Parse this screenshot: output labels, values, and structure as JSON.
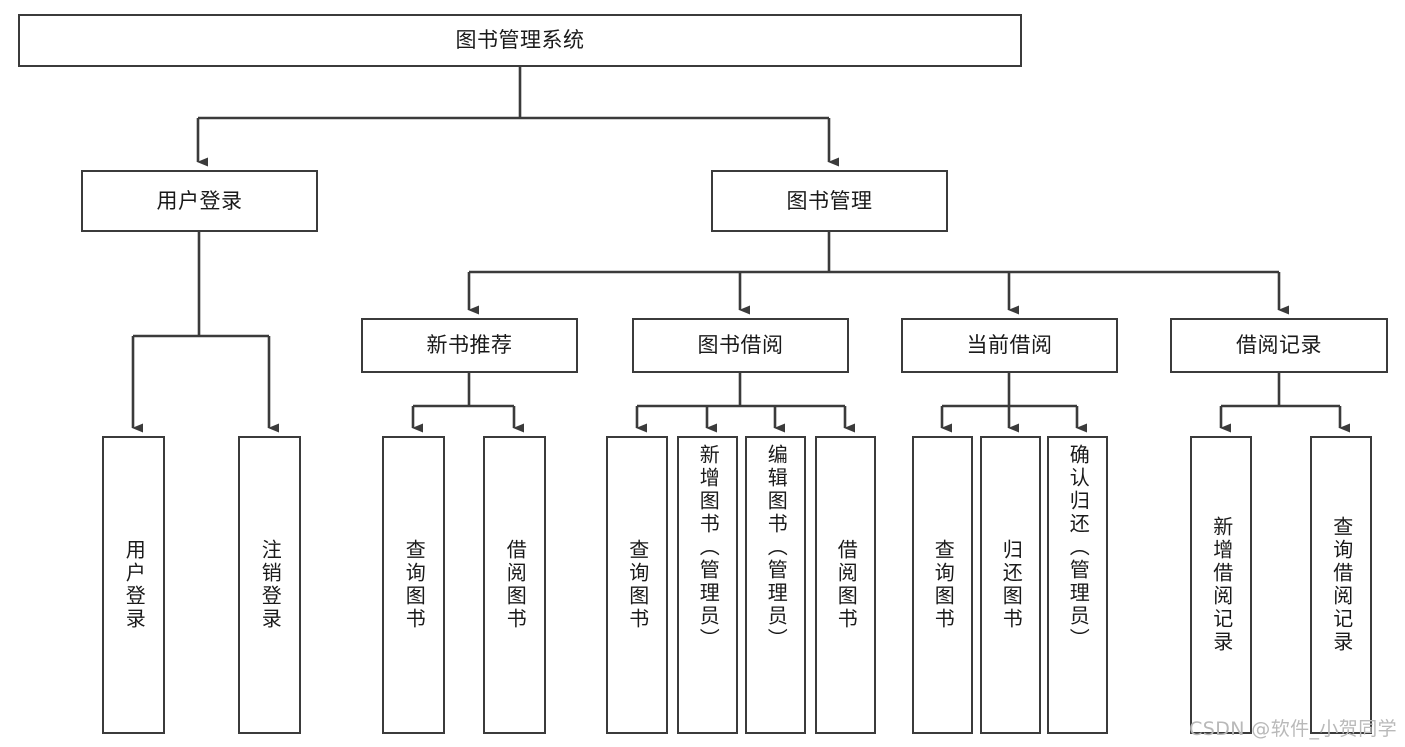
{
  "diagram": {
    "title": "图书管理系统",
    "type": "hierarchy-tree",
    "root": {
      "id": "root",
      "label": "图书管理系统"
    },
    "level1": [
      {
        "id": "user-login",
        "label": "用户登录"
      },
      {
        "id": "book-manage",
        "label": "图书管理"
      }
    ],
    "level2": [
      {
        "id": "new-book-recommend",
        "label": "新书推荐",
        "parent": "book-manage"
      },
      {
        "id": "book-borrow",
        "label": "图书借阅",
        "parent": "book-manage"
      },
      {
        "id": "current-borrow",
        "label": "当前借阅",
        "parent": "book-manage"
      },
      {
        "id": "borrow-record",
        "label": "借阅记录",
        "parent": "book-manage"
      }
    ],
    "leaves": {
      "user_login": [
        {
          "id": "leaf-user-login",
          "label": "用户登录"
        },
        {
          "id": "leaf-user-logout",
          "label": "注销登录"
        }
      ],
      "new_book_recommend": [
        {
          "id": "leaf-query-book-1",
          "label": "查询图书"
        },
        {
          "id": "leaf-borrow-book-1",
          "label": "借阅图书"
        }
      ],
      "book_borrow": [
        {
          "id": "leaf-query-book-2",
          "label": "查询图书"
        },
        {
          "id": "leaf-add-book",
          "label": "新增图书（管理员）"
        },
        {
          "id": "leaf-edit-book",
          "label": "编辑图书（管理员）"
        },
        {
          "id": "leaf-borrow-book-2",
          "label": "借阅图书"
        }
      ],
      "current_borrow": [
        {
          "id": "leaf-query-book-3",
          "label": "查询图书"
        },
        {
          "id": "leaf-return-book",
          "label": "归还图书"
        },
        {
          "id": "leaf-confirm-return",
          "label": "确认归还（管理员）"
        }
      ],
      "borrow_record": [
        {
          "id": "leaf-add-record",
          "label": "新增借阅记录"
        },
        {
          "id": "leaf-query-record",
          "label": "查询借阅记录"
        }
      ]
    },
    "colors": {
      "stroke": "#3b3b3b",
      "text": "#1a1a1a",
      "background": "#ffffff",
      "watermark": "#b9b9b9"
    }
  },
  "watermark": {
    "text": "CSDN @软件_小贺同学"
  }
}
